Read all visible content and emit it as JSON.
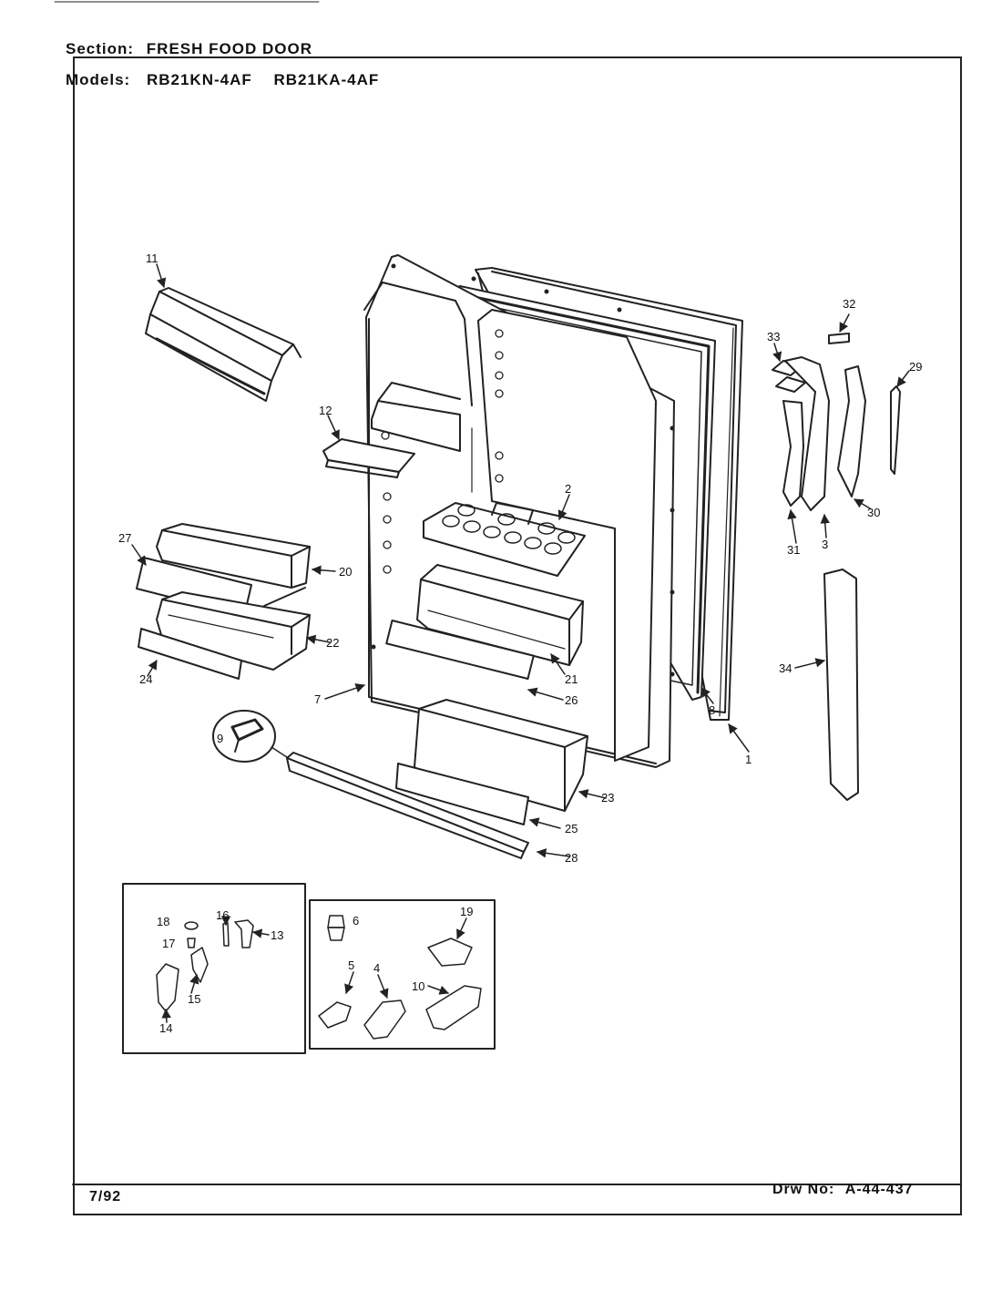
{
  "header": {
    "section_label": "Section:",
    "section_value": "FRESH FOOD DOOR",
    "models_label": "Models:",
    "model_1": "RB21KN-4AF",
    "model_2": "RB21KA-4AF"
  },
  "footer": {
    "date": "7/92",
    "drawing_label": "Drw No:",
    "drawing_number": "A-44-437"
  },
  "part_callouts": {
    "p1": "1",
    "p2": "2",
    "p3": "3",
    "p4": "4",
    "p5": "5",
    "p6": "6",
    "p7": "7",
    "p8": "8",
    "p9": "9",
    "p10": "10",
    "p11": "11",
    "p12": "12",
    "p13": "13",
    "p14": "14",
    "p15": "15",
    "p16": "16",
    "p17": "17",
    "p18": "18",
    "p19": "19",
    "p20": "20",
    "p21": "21",
    "p22": "22",
    "p23": "23",
    "p24": "24",
    "p25": "25",
    "p26": "26",
    "p27": "27",
    "p28": "28",
    "p29": "29",
    "p30": "30",
    "p31": "31",
    "p32": "32",
    "p33": "33",
    "p34": "34"
  }
}
